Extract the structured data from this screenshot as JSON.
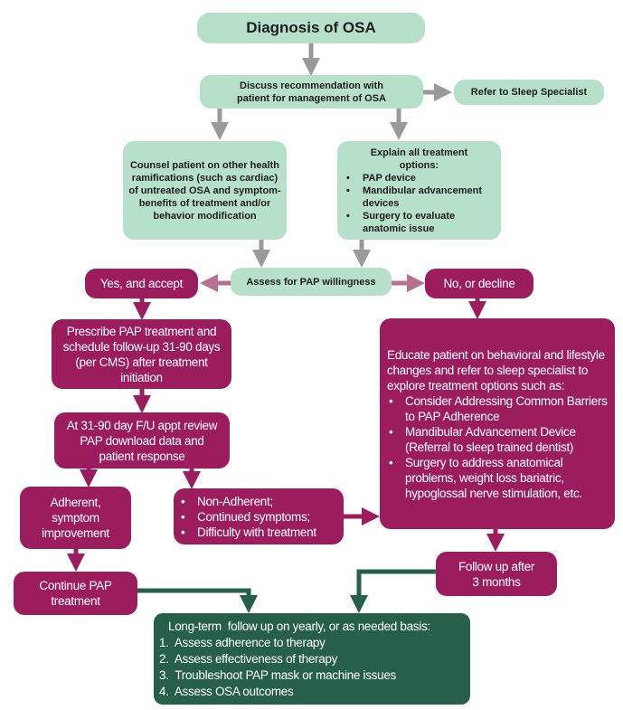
{
  "title": "Diagnosis of OSA",
  "discuss": "Discuss recommendation with patient for management of OSA",
  "refer": "Refer to Sleep Specialist",
  "counsel": "Counsel patient on other health ramifications (such as cardiac) of untreated OSA and symptom-benefits of treatment and/or behavior modification",
  "explain": {
    "heading": "Explain all treatment options:",
    "items": [
      "PAP device",
      "Mandibular advancement devices",
      "Surgery to evaluate anatomic issue"
    ]
  },
  "assess": "Assess for PAP willingness",
  "yes": "Yes, and accept",
  "no": "No, or decline",
  "prescribe": "Prescribe PAP treatment and schedule follow-up 31-90 days (per CMS) after treatment initiation",
  "followup_appt": "At 31-90 day F/U appt review PAP download data and patient response",
  "adherent": "Adherent, symptom improvement",
  "non_adherent": {
    "items": [
      "Non-Adherent;",
      "Continued symptoms;",
      "Difficulty with treatment"
    ]
  },
  "educate": {
    "heading": "Educate patient on behavioral and lifestyle changes and refer to sleep specialist to explore treatment options such as:",
    "items": [
      "Consider Addressing Common Barriers to PAP Adherence",
      "Mandibular Advancement Device (Referral to sleep trained dentist)",
      "Surgery to address anatomical problems, weight loss bariatric, hypoglossal nerve stimulation, etc."
    ]
  },
  "continue": "Continue PAP treatment",
  "follow3": "Follow up after 3 months",
  "longterm": {
    "heading": "Long-term  follow up on yearly, or as needed basis:",
    "items": [
      "1.  Assess adherence to therapy",
      "2.  Assess effectiveness of therapy",
      "3.  Troubleshoot PAP mask or machine issues",
      "4.  Assess OSA outcomes"
    ]
  },
  "colors": {
    "mint": "#b7e0cb",
    "magenta": "#9b1d5e",
    "dark_green": "#27604a",
    "gray_arrow": "#9a9a9a"
  }
}
